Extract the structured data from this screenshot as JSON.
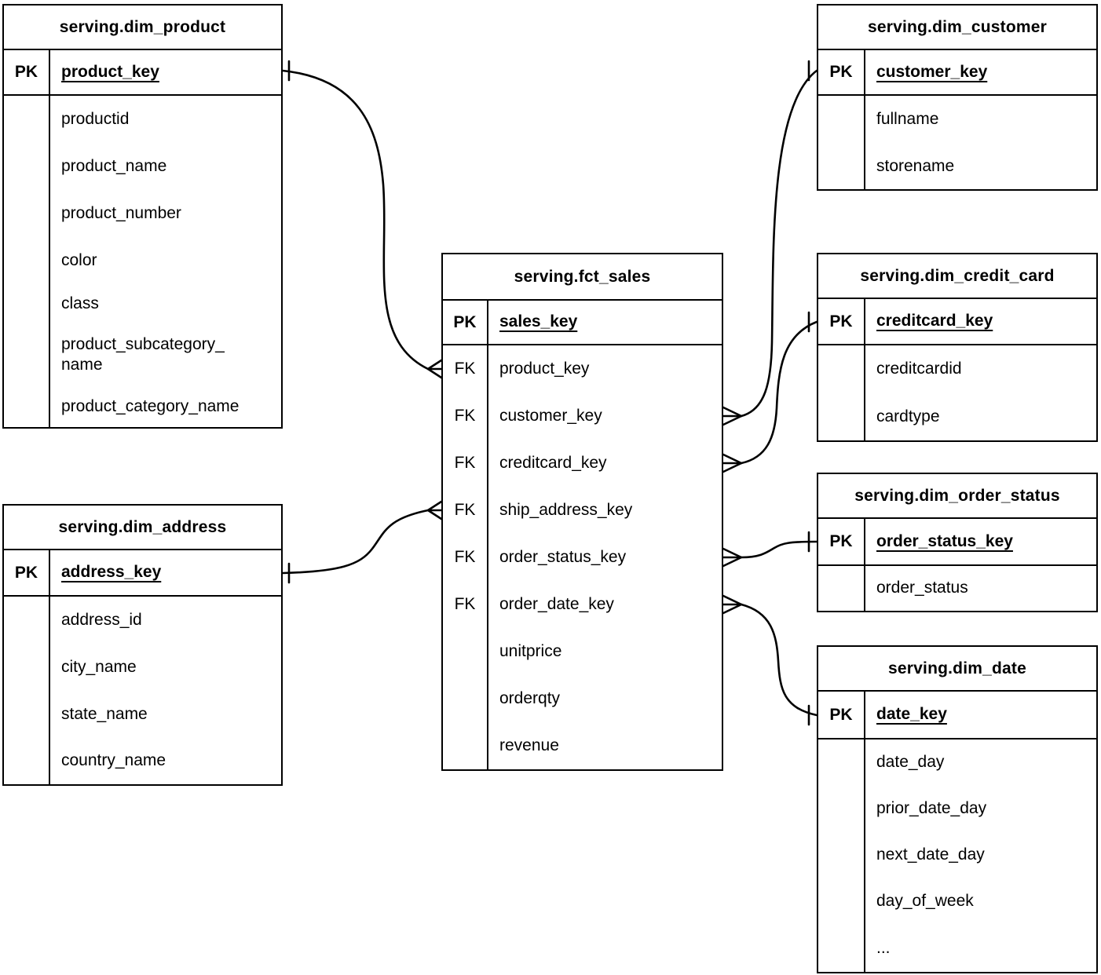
{
  "diagram": {
    "type": "entity-relationship",
    "notation": "crow-foot",
    "colors": {
      "line": "#000000",
      "table_border": "#000000",
      "table_background": "#ffffff",
      "text": "#000000"
    },
    "key_labels": {
      "primary": "PK",
      "foreign": "FK"
    }
  },
  "tables": [
    {
      "title": "serving.dim_product",
      "rows": [
        {
          "key": "PK",
          "field": "product_key"
        },
        {
          "key": "",
          "field": "productid"
        },
        {
          "key": "",
          "field": "product_name"
        },
        {
          "key": "",
          "field": "product_number"
        },
        {
          "key": "",
          "field": "color"
        },
        {
          "key": "",
          "field": "class"
        },
        {
          "key": "",
          "field": "product_subcategory_name"
        },
        {
          "key": "",
          "field": "product_category_name"
        }
      ]
    },
    {
      "title": "serving.dim_customer",
      "rows": [
        {
          "key": "PK",
          "field": "customer_key"
        },
        {
          "key": "",
          "field": "fullname"
        },
        {
          "key": "",
          "field": "storename"
        }
      ]
    },
    {
      "title": "serving.fct_sales",
      "rows": [
        {
          "key": "PK",
          "field": "sales_key"
        },
        {
          "key": "FK",
          "field": "product_key"
        },
        {
          "key": "FK",
          "field": "customer_key"
        },
        {
          "key": "FK",
          "field": "creditcard_key"
        },
        {
          "key": "FK",
          "field": "ship_address_key"
        },
        {
          "key": "FK",
          "field": "order_status_key"
        },
        {
          "key": "FK",
          "field": "order_date_key"
        },
        {
          "key": "",
          "field": "unitprice"
        },
        {
          "key": "",
          "field": "orderqty"
        },
        {
          "key": "",
          "field": "revenue"
        }
      ]
    },
    {
      "title": "serving.dim_credit_card",
      "rows": [
        {
          "key": "PK",
          "field": "creditcard_key"
        },
        {
          "key": "",
          "field": "creditcardid"
        },
        {
          "key": "",
          "field": "cardtype"
        }
      ]
    },
    {
      "title": "serving.dim_order_status",
      "rows": [
        {
          "key": "PK",
          "field": "order_status_key"
        },
        {
          "key": "",
          "field": "order_status"
        }
      ]
    },
    {
      "title": "serving.dim_date",
      "rows": [
        {
          "key": "PK",
          "field": "date_key"
        },
        {
          "key": "",
          "field": "date_day"
        },
        {
          "key": "",
          "field": "prior_date_day"
        },
        {
          "key": "",
          "field": "next_date_day"
        },
        {
          "key": "",
          "field": "day_of_week"
        },
        {
          "key": "",
          "field": "..."
        }
      ]
    },
    {
      "title": "serving.dim_address",
      "rows": [
        {
          "key": "PK",
          "field": "address_key"
        },
        {
          "key": "",
          "field": "address_id"
        },
        {
          "key": "",
          "field": "city_name"
        },
        {
          "key": "",
          "field": "state_name"
        },
        {
          "key": "",
          "field": "country_name"
        }
      ]
    }
  ],
  "relationships": [
    {
      "from_table": "serving.dim_product",
      "from_field": "product_key",
      "from_cardinality": "one",
      "to_table": "serving.fct_sales",
      "to_field": "product_key",
      "to_cardinality": "many"
    },
    {
      "from_table": "serving.dim_customer",
      "from_field": "customer_key",
      "from_cardinality": "one",
      "to_table": "serving.fct_sales",
      "to_field": "customer_key",
      "to_cardinality": "many"
    },
    {
      "from_table": "serving.dim_credit_card",
      "from_field": "creditcard_key",
      "from_cardinality": "one",
      "to_table": "serving.fct_sales",
      "to_field": "creditcard_key",
      "to_cardinality": "many"
    },
    {
      "from_table": "serving.dim_address",
      "from_field": "address_key",
      "from_cardinality": "one",
      "to_table": "serving.fct_sales",
      "to_field": "ship_address_key",
      "to_cardinality": "many"
    },
    {
      "from_table": "serving.dim_order_status",
      "from_field": "order_status_key",
      "from_cardinality": "one",
      "to_table": "serving.fct_sales",
      "to_field": "order_status_key",
      "to_cardinality": "many"
    },
    {
      "from_table": "serving.dim_date",
      "from_field": "date_key",
      "from_cardinality": "one",
      "to_table": "serving.fct_sales",
      "to_field": "order_date_key",
      "to_cardinality": "many"
    }
  ]
}
